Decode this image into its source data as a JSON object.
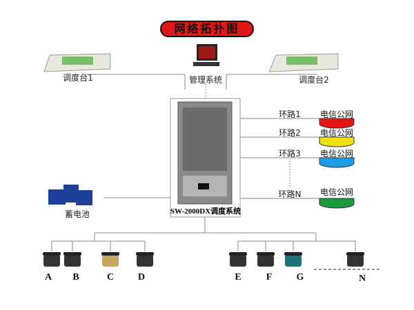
{
  "title": "网络拓扑图",
  "management": "管理系统",
  "consoles": [
    "调度台1",
    "调度台2"
  ],
  "system": "SW-2000DX调度系统",
  "battery": "蓄电池",
  "loops": [
    {
      "label": "环路1",
      "network": "电信公网",
      "color": "#e31515"
    },
    {
      "label": "环路2",
      "network": "电信公网",
      "color": "#f2e010"
    },
    {
      "label": "环路3",
      "network": "电信公网",
      "color": "#1e9ee8"
    },
    {
      "label": "环路N",
      "network": "电信公网",
      "color": "#1a9a3a"
    }
  ],
  "terminals": [
    "A",
    "B",
    "C",
    "D",
    "E",
    "F",
    "G",
    "N"
  ]
}
